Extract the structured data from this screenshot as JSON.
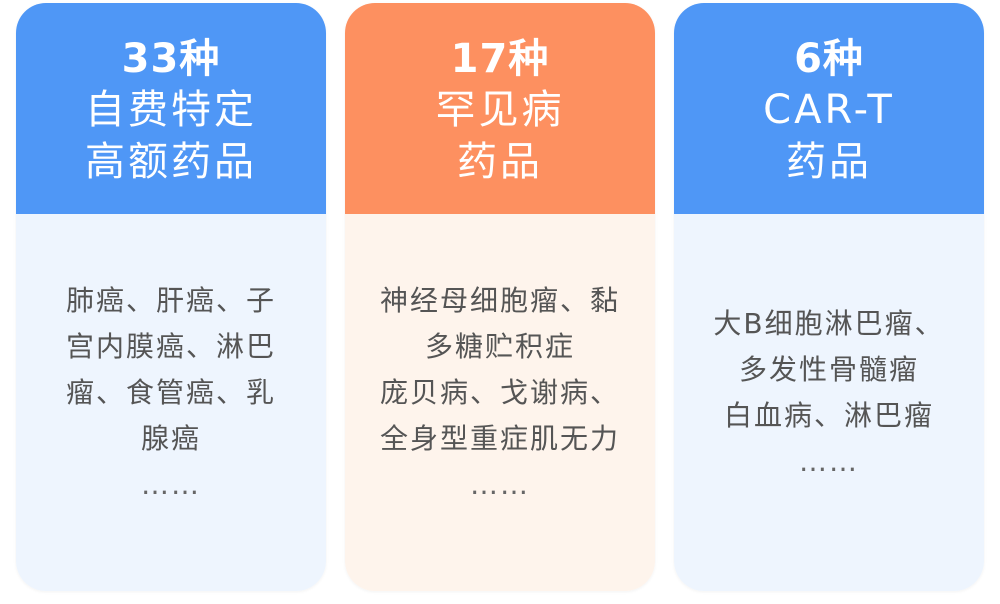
{
  "cards": [
    {
      "count": "33种",
      "title_lines": [
        "自费特定",
        "高额药品"
      ],
      "items": [
        "肺癌、肝癌、子",
        "宫内膜癌、淋巴",
        "瘤、食管癌、乳",
        "腺癌"
      ],
      "more": "……",
      "accent": "#4f97f6",
      "bg": "#eef5fe"
    },
    {
      "count": "17种",
      "title_lines": [
        "罕见病",
        "药品"
      ],
      "items": [
        "神经母细胞瘤、黏",
        "多糖贮积症",
        "庞贝病、戈谢病、",
        "全身型重症肌无力"
      ],
      "more": "……",
      "accent": "#fd9060",
      "bg": "#fef4ec"
    },
    {
      "count": "6种",
      "title_lines": [
        "CAR-T",
        "药品"
      ],
      "items": [
        "大B细胞淋巴瘤、",
        "多发性骨髓瘤",
        "白血病、淋巴瘤"
      ],
      "more": "……",
      "accent": "#4f97f6",
      "bg": "#eef5fe"
    }
  ]
}
